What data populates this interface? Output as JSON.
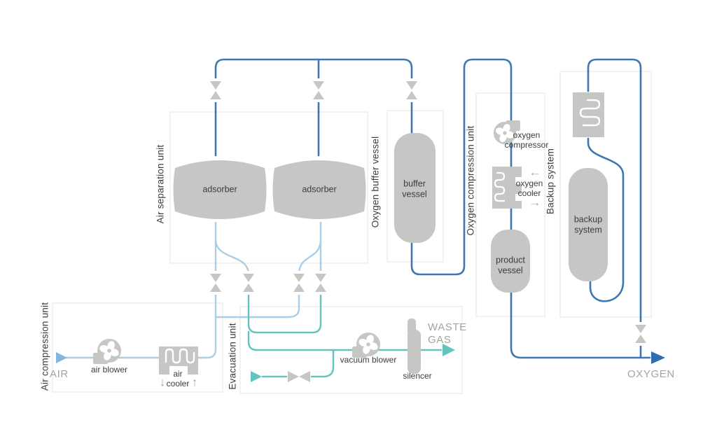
{
  "units": {
    "air_separation": "Air separation unit",
    "oxygen_buffer": "Oxygen buffer vessel",
    "oxygen_compression": "Oxygen compression unit",
    "backup_system": "Backup system",
    "air_compression": "Air compression unit",
    "evacuation": "Evacuation unit"
  },
  "equipment": {
    "adsorber_1": {
      "label": "adsorber"
    },
    "adsorber_2": {
      "label": "adsorber"
    },
    "buffer_vessel": {
      "line1": "buffer",
      "line2": "vessel"
    },
    "product_vessel": {
      "line1": "product",
      "line2": "vessel"
    },
    "backup_vessel": {
      "line1": "backup",
      "line2": "system"
    },
    "oxygen_compressor": {
      "line1": "oxygen",
      "line2": "compressor"
    },
    "oxygen_cooler": {
      "line1": "oxygen",
      "line2": "cooler"
    },
    "air_blower": {
      "label": "air blower"
    },
    "air_cooler": {
      "line1": "air",
      "line2": "cooler"
    },
    "vacuum_blower": {
      "label": "vacuum blower"
    },
    "silencer": {
      "label": "silencer"
    }
  },
  "streams": {
    "air": "AIR",
    "oxygen": "OXYGEN",
    "waste_line1": "WASTE",
    "waste_line2": "GAS"
  },
  "flow_glyphs": {
    "cooler_down": "↓",
    "cooler_up": "↑",
    "oxygen_cooler_in": "←",
    "oxygen_cooler_out": "→"
  },
  "colors": {
    "pipe_main": "#3d77b3",
    "pipe_feed": "#a9cee6",
    "pipe_evac": "#62c3bf",
    "equipment_gray": "#c6c6c5",
    "stream_text": "#a8a39c",
    "label_text": "#3d3d3d",
    "box_border": "#e8e8e5",
    "arrow_air": "#82b6e0",
    "arrow_oxygen": "#2e6db4"
  }
}
